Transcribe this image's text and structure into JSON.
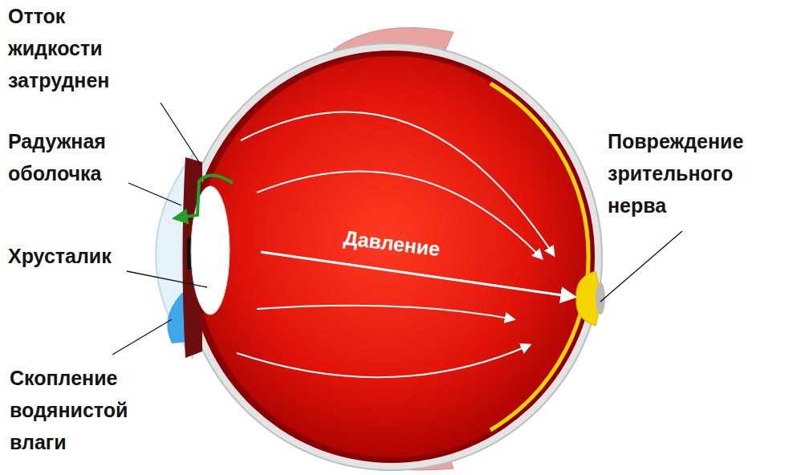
{
  "diagram": {
    "labels": [
      "Отток жидкости затруднен",
      "Радужная оболочка",
      "Хрусталик",
      "Скопление водянистой влаги",
      "Повреждение зрительного нерва",
      "Давление"
    ]
  }
}
